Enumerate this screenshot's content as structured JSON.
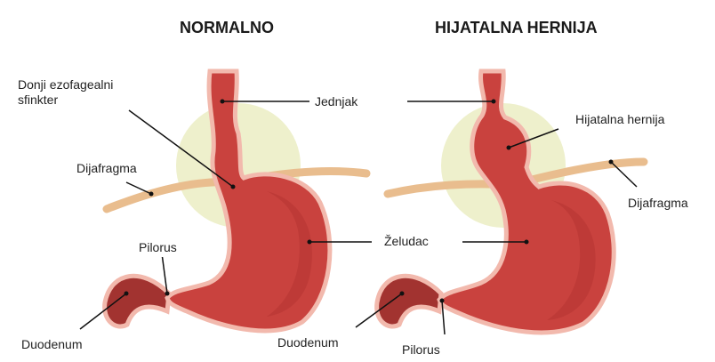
{
  "titles": {
    "left": "NORMALNO",
    "right": "HIJATALNA HERNIJA"
  },
  "labels": {
    "donji_line1": "Donji ezofagealni",
    "donji_line2": "sfinkter",
    "jednjak": "Jednjak",
    "hijatalna_hernija": "Hijatalna hernija",
    "dijafragma_left": "Dijafragma",
    "dijafragma_right": "Dijafragma",
    "zeludac": "Želudac",
    "pilorus_left": "Pilorus",
    "pilorus_right": "Pilorus",
    "duodenum_left": "Duodenum",
    "duodenum_right": "Duodenum"
  },
  "colors": {
    "stomach_fill": "#c9423e",
    "stomach_outline": "#f2b9ad",
    "stomach_inner": "#b43431",
    "diaphragm": "#e9bd8e",
    "hiatus_glow": "#eef0cc",
    "leader_line": "#111111"
  }
}
